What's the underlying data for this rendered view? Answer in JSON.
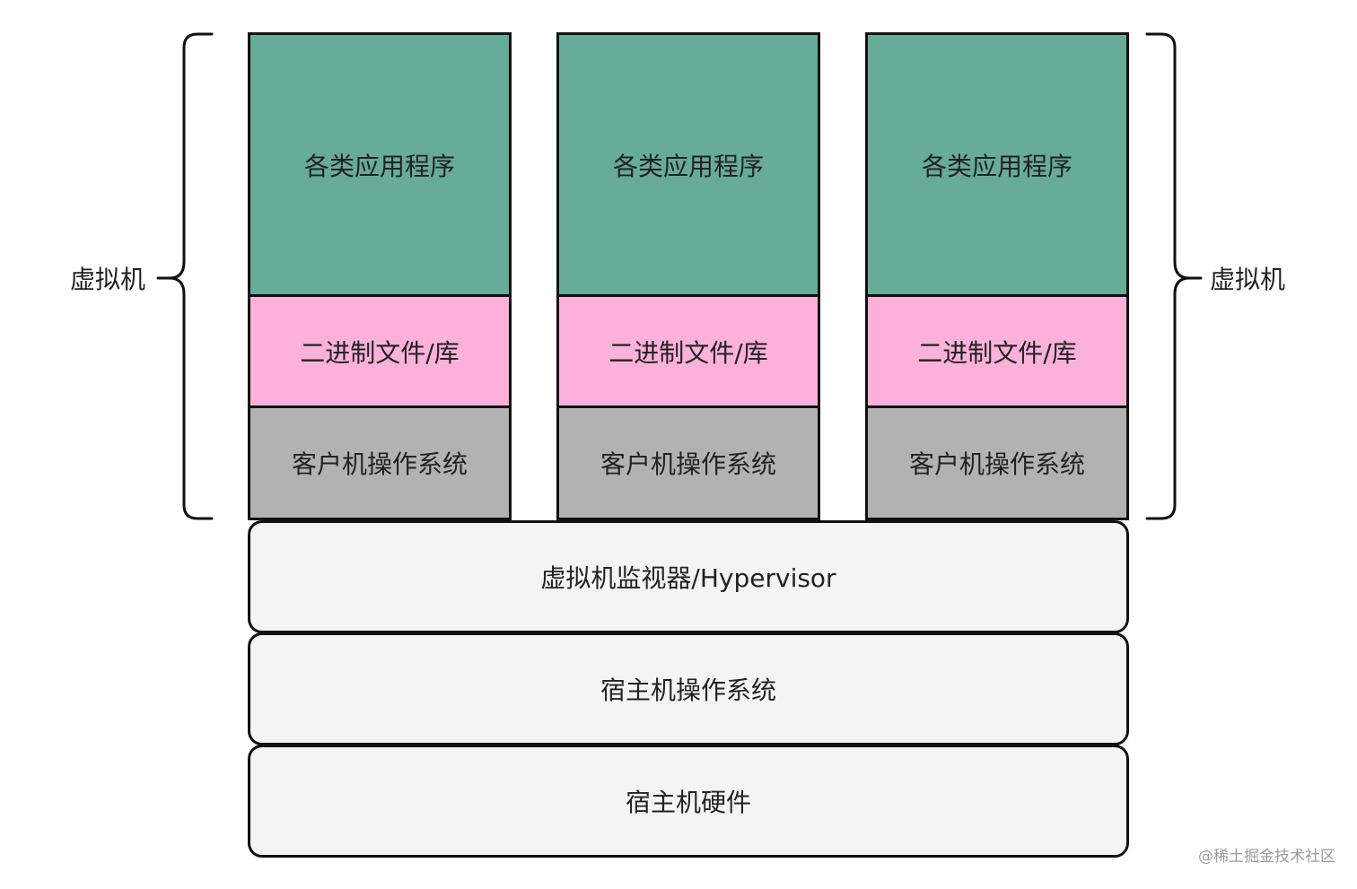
{
  "colors": {
    "app_layer": "#67ab99",
    "binary_layer": "#fbb1d9",
    "guest_os_layer": "#b2b2b2",
    "host_layer": "#f4f4f4",
    "border": "#111111"
  },
  "side_labels": {
    "left": "虚拟机",
    "right": "虚拟机"
  },
  "virtual_machines": [
    {
      "app": "各类应用程序",
      "binary": "二进制文件/库",
      "guest_os": "客户机操作系统"
    },
    {
      "app": "各类应用程序",
      "binary": "二进制文件/库",
      "guest_os": "客户机操作系统"
    },
    {
      "app": "各类应用程序",
      "binary": "二进制文件/库",
      "guest_os": "客户机操作系统"
    }
  ],
  "host_layers": {
    "hypervisor": "虚拟机监视器/Hypervisor",
    "host_os": "宿主机操作系统",
    "host_hardware": "宿主机硬件"
  },
  "watermark": "@稀土掘金技术社区"
}
